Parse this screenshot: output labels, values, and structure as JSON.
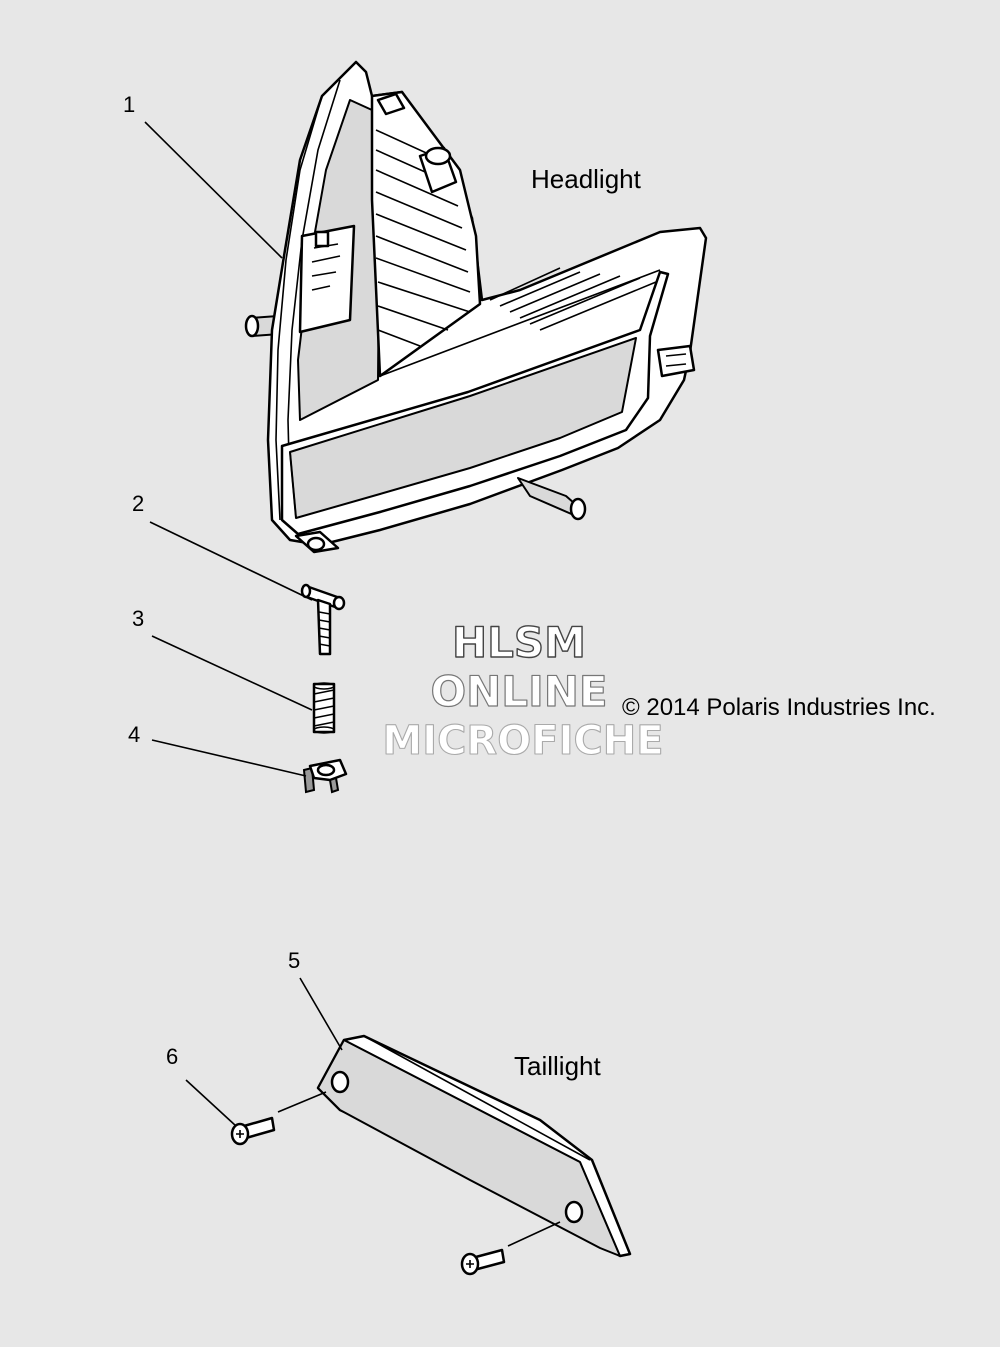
{
  "labels": {
    "headlight": "Headlight",
    "taillight": "Taillight"
  },
  "copyright": "© 2014 Polaris Industries Inc.",
  "watermark": {
    "line1": "HLSM",
    "line2": "ONLINE",
    "line3": "MICROFICHE"
  },
  "callouts": [
    {
      "number": "1"
    },
    {
      "number": "2"
    },
    {
      "number": "3"
    },
    {
      "number": "4"
    },
    {
      "number": "5"
    },
    {
      "number": "6"
    }
  ]
}
